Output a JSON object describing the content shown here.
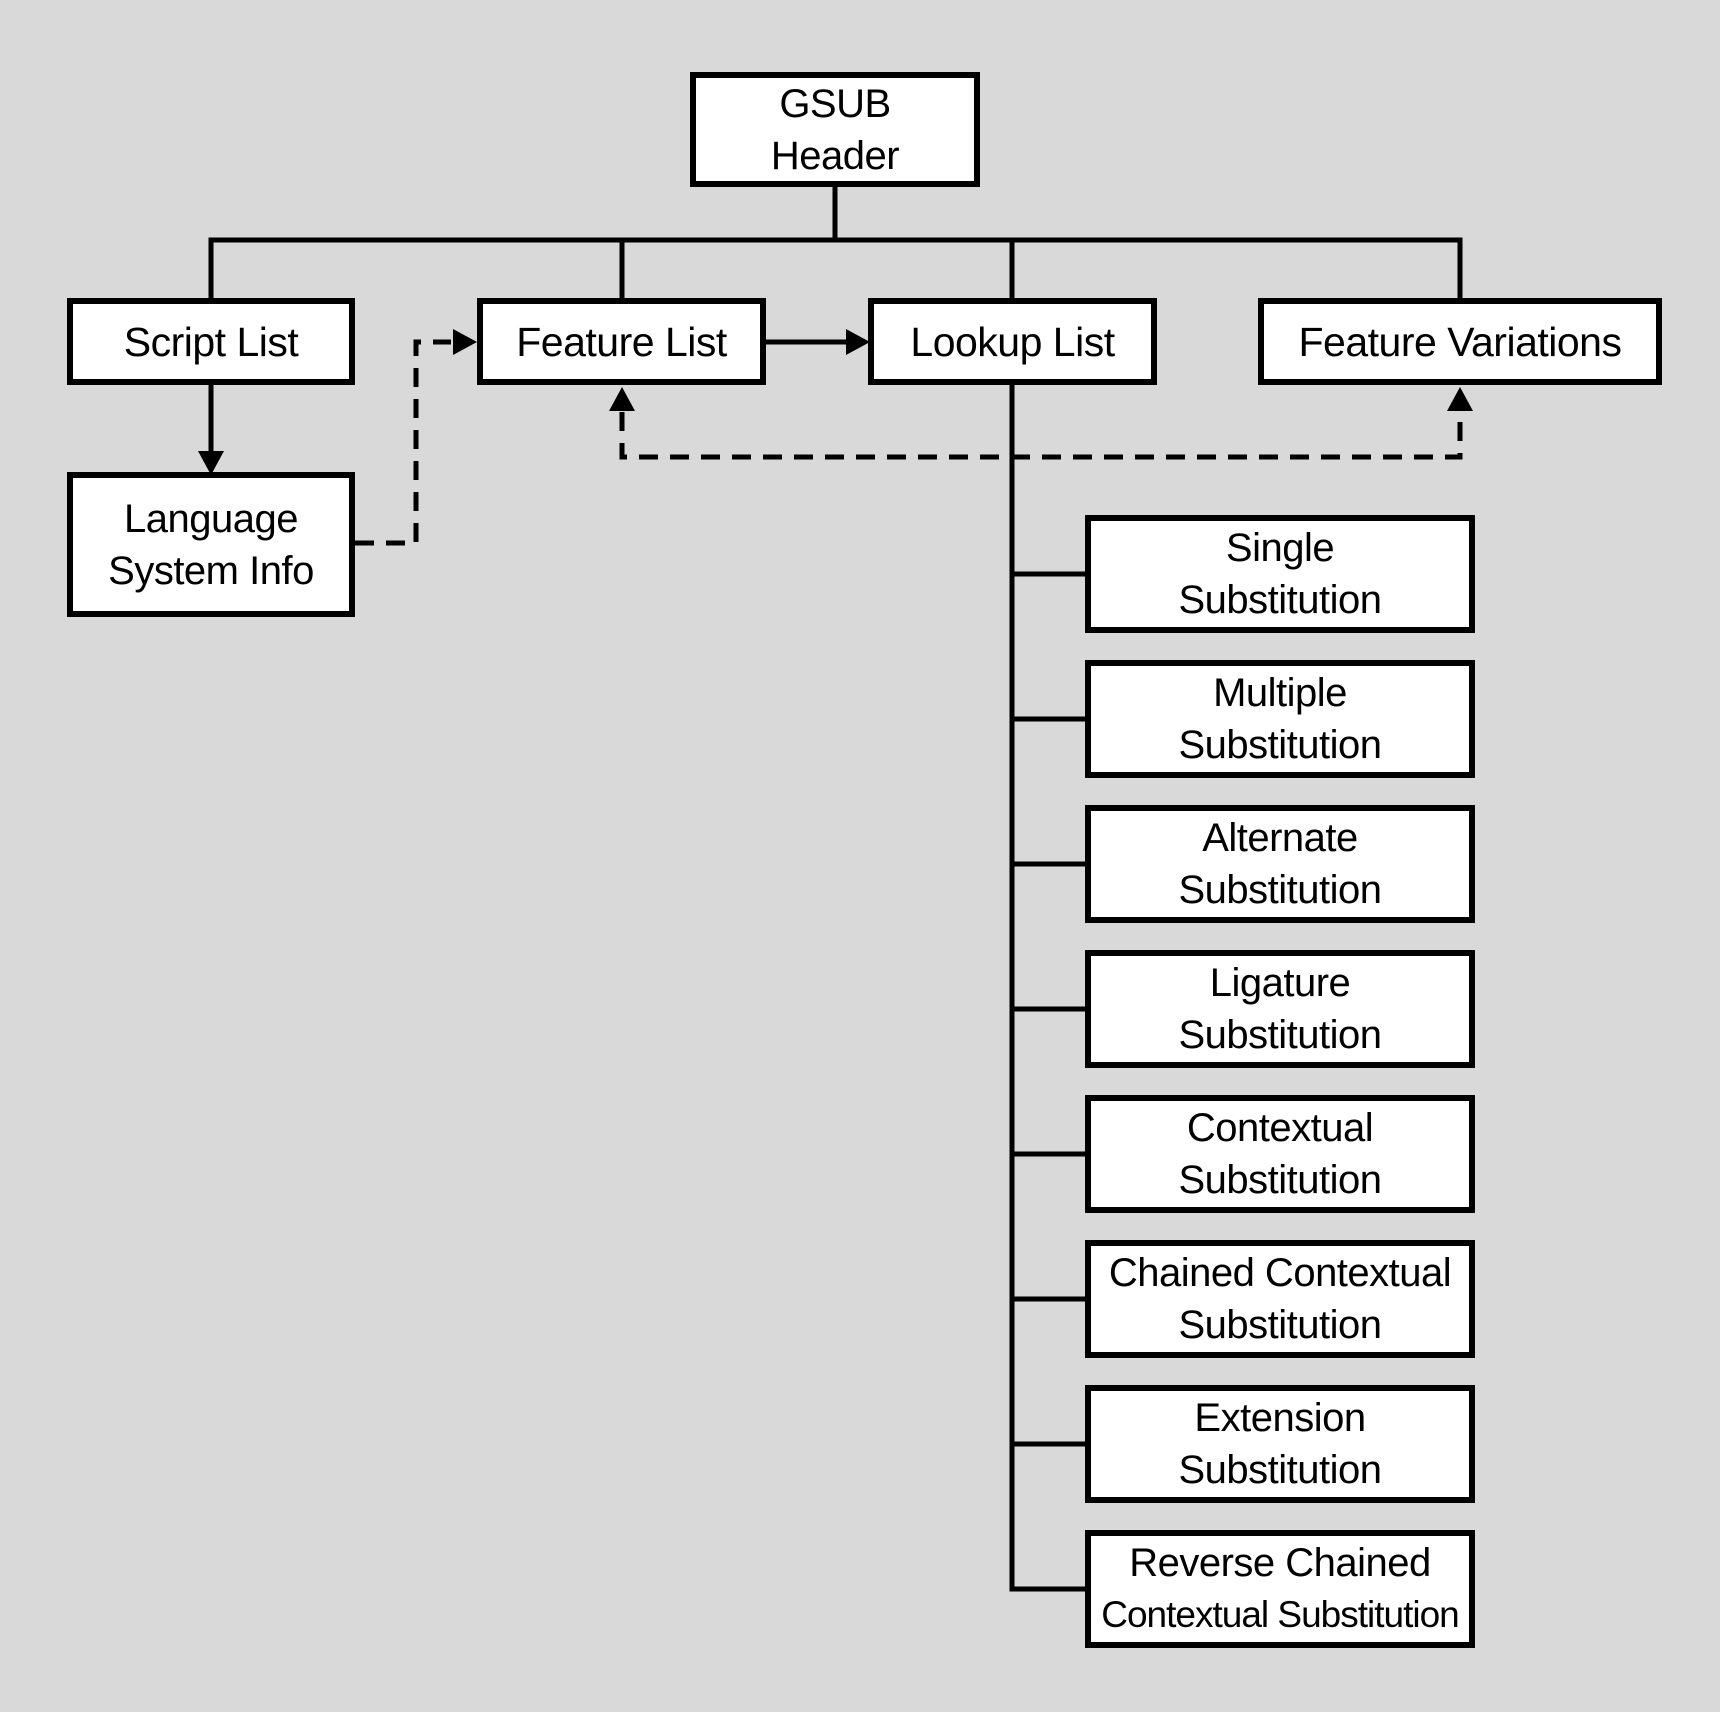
{
  "canvas": {
    "background_color": "#d9d9d9",
    "box_fill_color": "#ffffff",
    "line_color": "#000000"
  },
  "nodes": {
    "gsub_header": {
      "lines": [
        "GSUB",
        "Header"
      ]
    },
    "script_list": {
      "lines": [
        "Script List"
      ]
    },
    "feature_list": {
      "lines": [
        "Feature List"
      ]
    },
    "lookup_list": {
      "lines": [
        "Lookup List"
      ]
    },
    "feature_variations": {
      "lines": [
        "Feature Variations"
      ]
    },
    "language_system_info": {
      "lines": [
        "Language",
        "System Info"
      ]
    },
    "lookup_types": [
      {
        "lines": [
          "Single",
          "Substitution"
        ]
      },
      {
        "lines": [
          "Multiple",
          "Substitution"
        ]
      },
      {
        "lines": [
          "Alternate",
          "Substitution"
        ]
      },
      {
        "lines": [
          "Ligature",
          "Substitution"
        ]
      },
      {
        "lines": [
          "Contextual",
          "Substitution"
        ]
      },
      {
        "lines": [
          "Chained Contextual",
          "Substitution"
        ]
      },
      {
        "lines": [
          "Extension",
          "Substitution"
        ]
      },
      {
        "lines": [
          "Reverse Chained",
          "Contextual Substitution"
        ]
      }
    ]
  },
  "edges": [
    {
      "from": "gsub_header",
      "to": "script_list",
      "style": "solid",
      "arrowhead": false
    },
    {
      "from": "gsub_header",
      "to": "feature_list",
      "style": "solid",
      "arrowhead": false
    },
    {
      "from": "gsub_header",
      "to": "lookup_list",
      "style": "solid",
      "arrowhead": false
    },
    {
      "from": "gsub_header",
      "to": "feature_variations",
      "style": "solid",
      "arrowhead": false
    },
    {
      "from": "script_list",
      "to": "language_system_info",
      "style": "solid",
      "arrowhead": true
    },
    {
      "from": "feature_list",
      "to": "lookup_list",
      "style": "solid",
      "arrowhead": true
    },
    {
      "from": "language_system_info",
      "to": "feature_list",
      "style": "dashed",
      "arrowhead": true
    },
    {
      "from": "lookup_list",
      "to": "feature_list",
      "style": "dashed",
      "arrowhead": true
    },
    {
      "from": "lookup_list",
      "to": "feature_variations",
      "style": "dashed",
      "arrowhead": true
    },
    {
      "from": "lookup_list",
      "to": "lookup_types",
      "style": "solid",
      "arrowhead": false
    }
  ]
}
